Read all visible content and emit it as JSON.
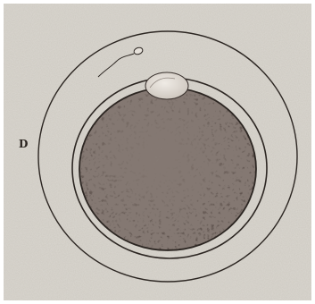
{
  "figure": {
    "label": "D",
    "colors": {
      "paper": "#c9c5bd",
      "paper_light": "#d9d6cf",
      "ink": "#2c2622",
      "yolk_dark": "#3b302c",
      "yolk_mid": "#6f625c",
      "yolk_light": "#a89c95",
      "polar_body": "#e4dfd8"
    },
    "elements": [
      "zona-pellucida",
      "perivitelline-membrane",
      "yolk-mass",
      "polar-body",
      "spermatozoon"
    ]
  }
}
